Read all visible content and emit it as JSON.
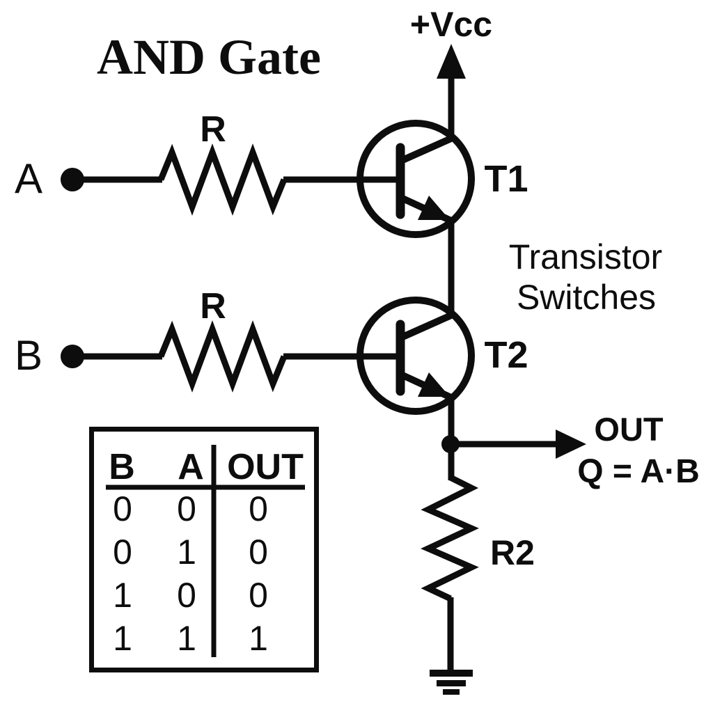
{
  "title": "AND Gate",
  "power": {
    "label": "+Vcc"
  },
  "inputs": {
    "a": {
      "label": "A",
      "resistor": "R"
    },
    "b": {
      "label": "B",
      "resistor": "R"
    }
  },
  "transistors": {
    "t1": "T1",
    "t2": "T2",
    "annotation": {
      "line1": "Transistor",
      "line2": "Switches"
    }
  },
  "output": {
    "label": "OUT",
    "equation": "Q = A·B",
    "resistor": "R2"
  },
  "truth_table": {
    "headers": [
      "B",
      "A",
      "OUT"
    ],
    "rows": [
      [
        "0",
        "0",
        "0"
      ],
      [
        "0",
        "1",
        "0"
      ],
      [
        "1",
        "0",
        "0"
      ],
      [
        "1",
        "1",
        "1"
      ]
    ]
  },
  "colors": {
    "ink": "#0d0d0d",
    "background": "#ffffff"
  }
}
